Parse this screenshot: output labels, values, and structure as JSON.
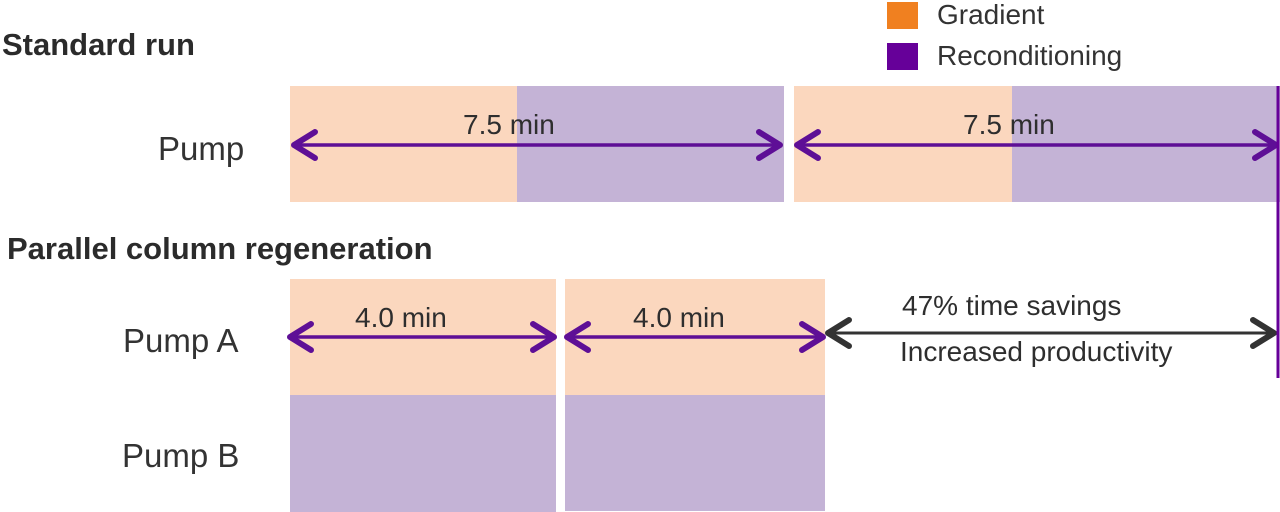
{
  "colors": {
    "gradient": "#F08020",
    "reconditioning": "#660099",
    "gradient_fill": "#FBD7BE",
    "reconditioning_fill": "#C4B3D6",
    "arrow_purple": "#5E0F96",
    "arrow_dark": "#333333"
  },
  "legend": {
    "items": [
      {
        "label": "Gradient",
        "color": "#F08020"
      },
      {
        "label": "Reconditioning",
        "color": "#660099"
      }
    ]
  },
  "standard": {
    "heading": "Standard run",
    "row_label": "Pump",
    "cycles": [
      {
        "duration_label": "7.5 min"
      },
      {
        "duration_label": "7.5 min"
      }
    ]
  },
  "parallel": {
    "heading": "Parallel column regeneration",
    "pump_a_label": "Pump A",
    "pump_b_label": "Pump B",
    "cycles": [
      {
        "duration_label": "4.0 min"
      },
      {
        "duration_label": "4.0 min"
      }
    ],
    "savings": {
      "line1": "47% time savings",
      "line2": "Increased productivity"
    }
  }
}
